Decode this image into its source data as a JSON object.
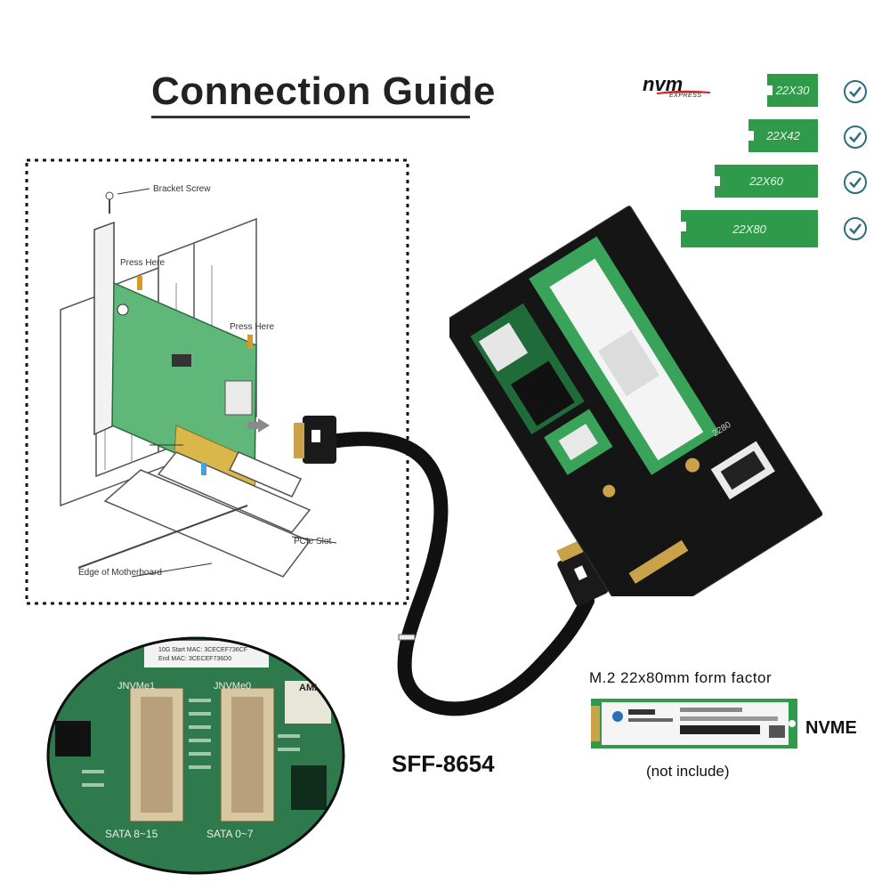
{
  "title": "Connection Guide",
  "nvm_logo": {
    "main": "nvm",
    "sub": "EXPRESS"
  },
  "form_factors": [
    {
      "label": "22X30",
      "supported": true
    },
    {
      "label": "22X42",
      "supported": true
    },
    {
      "label": "22X60",
      "supported": true
    },
    {
      "label": "22X80",
      "supported": true
    }
  ],
  "diagram_labels": {
    "bracket_screw": "Bracket Screw",
    "press_here_1": "Press Here",
    "press_here_2": "Press Here",
    "pcie_slot": "PCIe Slot",
    "edge_motherboard": "Edge of Motherboard"
  },
  "cable_label": "SFF-8654",
  "form_factor_caption": "M.2 22x80mm form factor",
  "nvme_label": "NVME",
  "not_included": "(not include)",
  "board_labels": {
    "jnvme1": "JNVMe1",
    "jnvme0": "JNVMe0",
    "sata_a": "SATA 8~15",
    "sata_b": "SATA 0~7",
    "ami": "AMI",
    "mac_line1": "10G Start MAC: 3CECEF736CF",
    "mac_line2": "End MAC: 3CECEF736D0"
  },
  "adapter_label": "2280",
  "colors": {
    "pcb_green": "#2f9a4a",
    "check_teal": "#2c6f7a",
    "card_green": "#5fb87a"
  }
}
